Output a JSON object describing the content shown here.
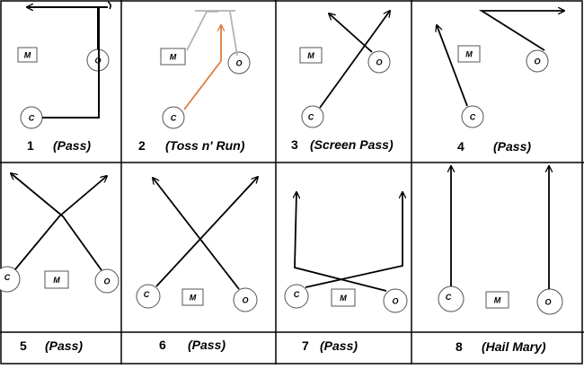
{
  "plays": [
    {
      "number": "1",
      "name": "(Pass)"
    },
    {
      "number": "2",
      "name": "(Toss n' Run)"
    },
    {
      "number": "3",
      "name": "(Screen Pass)"
    },
    {
      "number": "4",
      "name": "(Pass)"
    },
    {
      "number": "5",
      "name": "(Pass)"
    },
    {
      "number": "6",
      "name": "(Pass)"
    },
    {
      "number": "7",
      "name": "(Pass)"
    },
    {
      "number": "8",
      "name": "(Hail Mary)"
    }
  ],
  "players": {
    "c": "C",
    "m": "M",
    "o": "O"
  },
  "colors": {
    "line": "#000000",
    "toss_run": "#e07a3a",
    "toss_lateral": "#b3b3b3",
    "circle": "#555555",
    "grid": "#000000"
  }
}
